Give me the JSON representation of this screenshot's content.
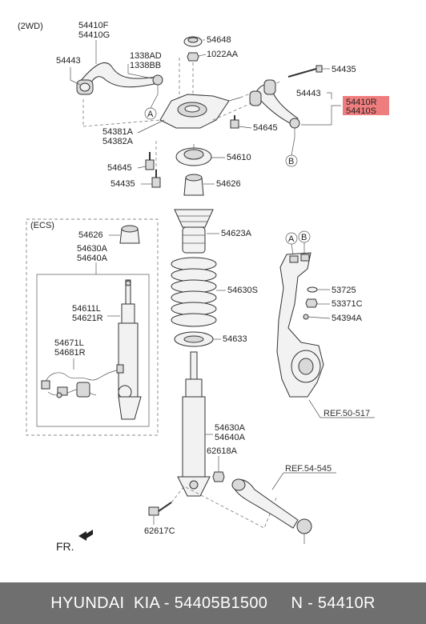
{
  "diagram": {
    "variant_label": "(2WD)",
    "ecs_label": "(ECS)",
    "fr_label": "FR.",
    "callouts": {
      "a": "A",
      "b": "B"
    },
    "parts": {
      "p54410F": "54410F",
      "p54410G": "54410G",
      "p54443_left": "54443",
      "p1338AD": "1338AD",
      "p1338BB": "1338BB",
      "p54648": "54648",
      "p1022AA": "1022AA",
      "p54435_right": "54435",
      "p54443_right": "54443",
      "p54410R": "54410R",
      "p54410S": "54410S",
      "p54381A": "54381A",
      "p54382A": "54382A",
      "p54645_right": "54645",
      "p54645_left": "54645",
      "p54610": "54610",
      "p54435_left": "54435",
      "p54626_main": "54626",
      "p54623A": "54623A",
      "p54626_ecs": "54626",
      "p54630A_ecs": "54630A",
      "p54640A_ecs": "54640A",
      "p54611L": "54611L",
      "p54621R": "54621R",
      "p54671L": "54671L",
      "p54681R": "54681R",
      "p54630S": "54630S",
      "p53725": "53725",
      "p53371C": "53371C",
      "p54394A": "54394A",
      "p54633": "54633",
      "ref50517": "REF.50-517",
      "p54630A": "54630A",
      "p54640A": "54640A",
      "p62618A": "62618A",
      "ref54545": "REF.54-545",
      "p62617C": "62617C"
    }
  },
  "footer": {
    "text": "HYUNDAI  KIA - 54405B1500     N - 54410R"
  },
  "colors": {
    "highlight": "#f07d7d",
    "footer_bg": "#6f6f6f"
  }
}
